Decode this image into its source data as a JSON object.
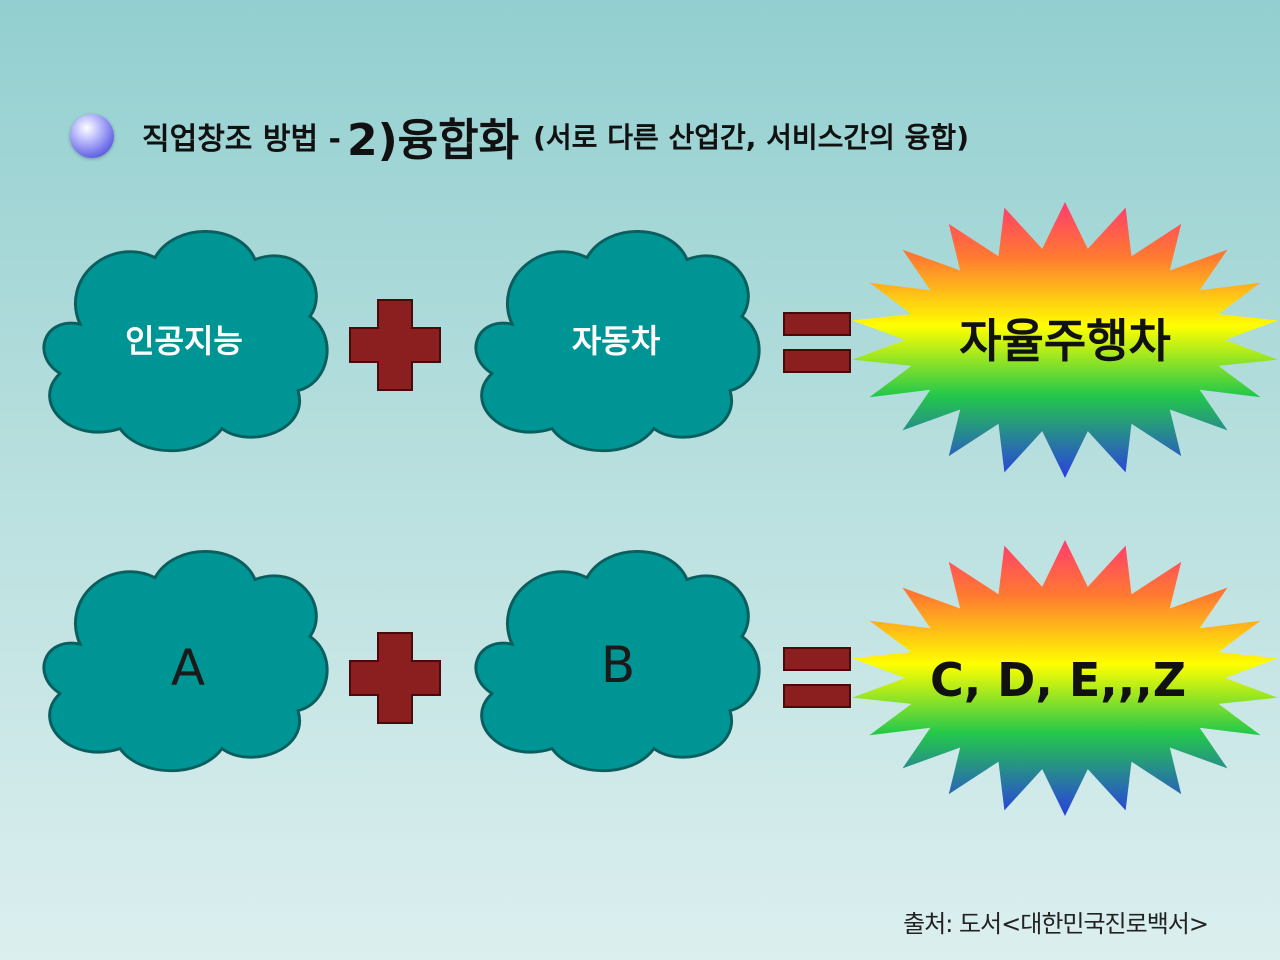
{
  "title": {
    "prefix": "직업창조 방법 - ",
    "highlight": "2)융합화",
    "subtitle": "(서로 다른 산업간, 서비스간의 융합)"
  },
  "rows": [
    {
      "left": "인공지능",
      "right": "자동차",
      "result": "자율주행차",
      "left_label_color": "#ffffff",
      "right_label_color": "#ffffff"
    },
    {
      "left": "A",
      "right": "B",
      "result": "C, D, E,,,Z",
      "left_label_color": "#1a1a1a",
      "right_label_color": "#1a1a1a"
    }
  ],
  "colors": {
    "cloud_fill": "#009595",
    "cloud_stroke": "#0b5e5e",
    "plus": "#8b1e1e",
    "equals": "#8b1e1e",
    "burst_gradient": [
      "#ff4a6a",
      "#ff9a2a",
      "#ffff00",
      "#22cc44",
      "#1a8cff",
      "#2a4adf"
    ]
  },
  "icons": {
    "bullet": "sphere-bullet-icon",
    "plus": "plus-icon",
    "equals": "equals-icon"
  },
  "source": "출처: 도서<대한민국진로백서>"
}
